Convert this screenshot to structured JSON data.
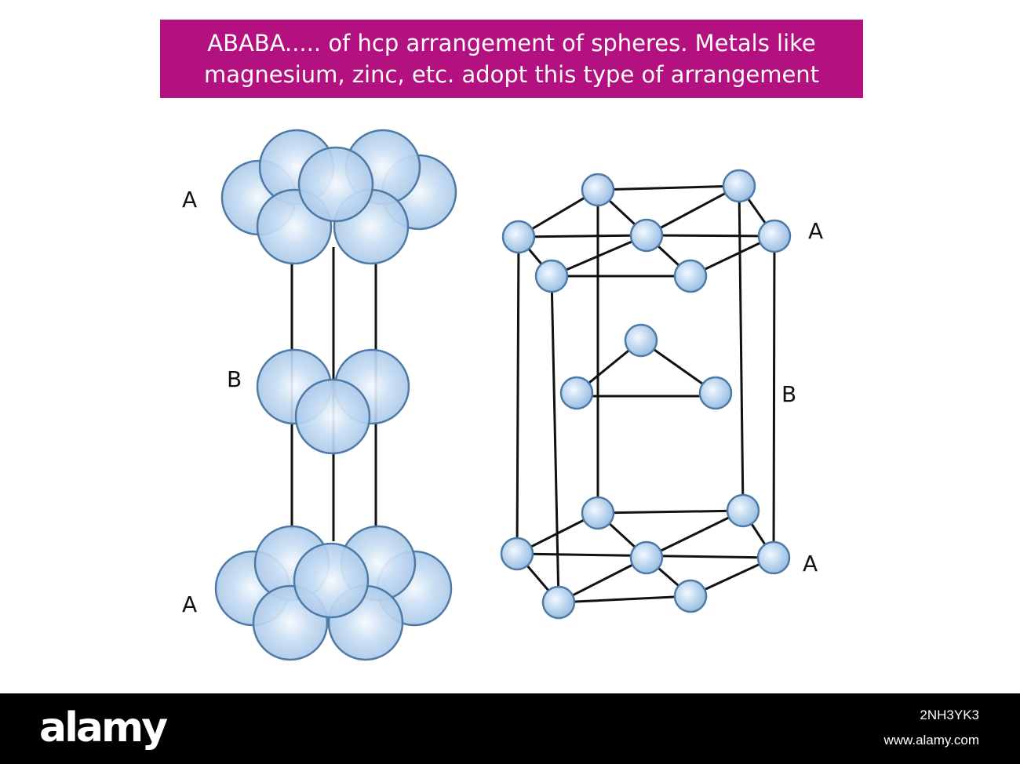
{
  "title": {
    "line1": "ABABA..... of hcp arrangement of spheres. Metals like",
    "line2": "magnesium, zinc, etc. adopt this type of arrangement"
  },
  "left_model": {
    "top_label": "A",
    "middle_label": "B",
    "bottom_label": "A"
  },
  "right_model": {
    "top_label": "A",
    "middle_label": "B",
    "bottom_label": "A"
  },
  "footer": {
    "brand": "alamy",
    "image_id": "2NH3YK3",
    "url": "www.alamy.com"
  },
  "colors": {
    "banner": "#b3117f",
    "sphere_fill": "#b7d3ef",
    "sphere_stroke": "#4f7aa5",
    "footer": "#000000"
  }
}
